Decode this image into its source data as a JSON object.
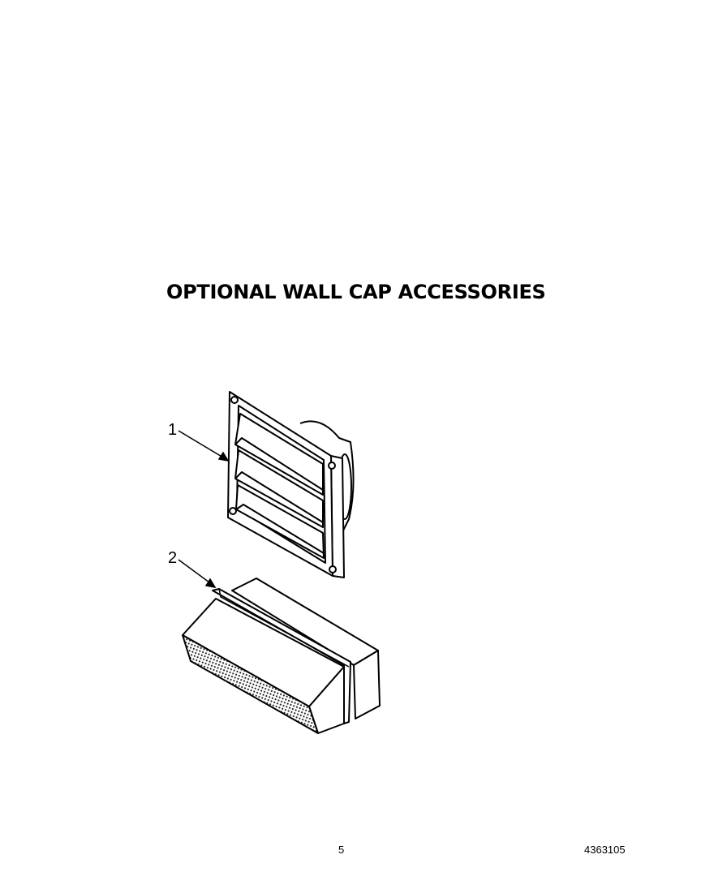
{
  "title": "OPTIONAL WALL CAP ACCESSORIES",
  "callouts": [
    {
      "label": "1",
      "part": "louvered-wall-cap"
    },
    {
      "label": "2",
      "part": "rectangular-wall-cap"
    }
  ],
  "footer": {
    "page_number": "5",
    "document_number": "4363105"
  }
}
